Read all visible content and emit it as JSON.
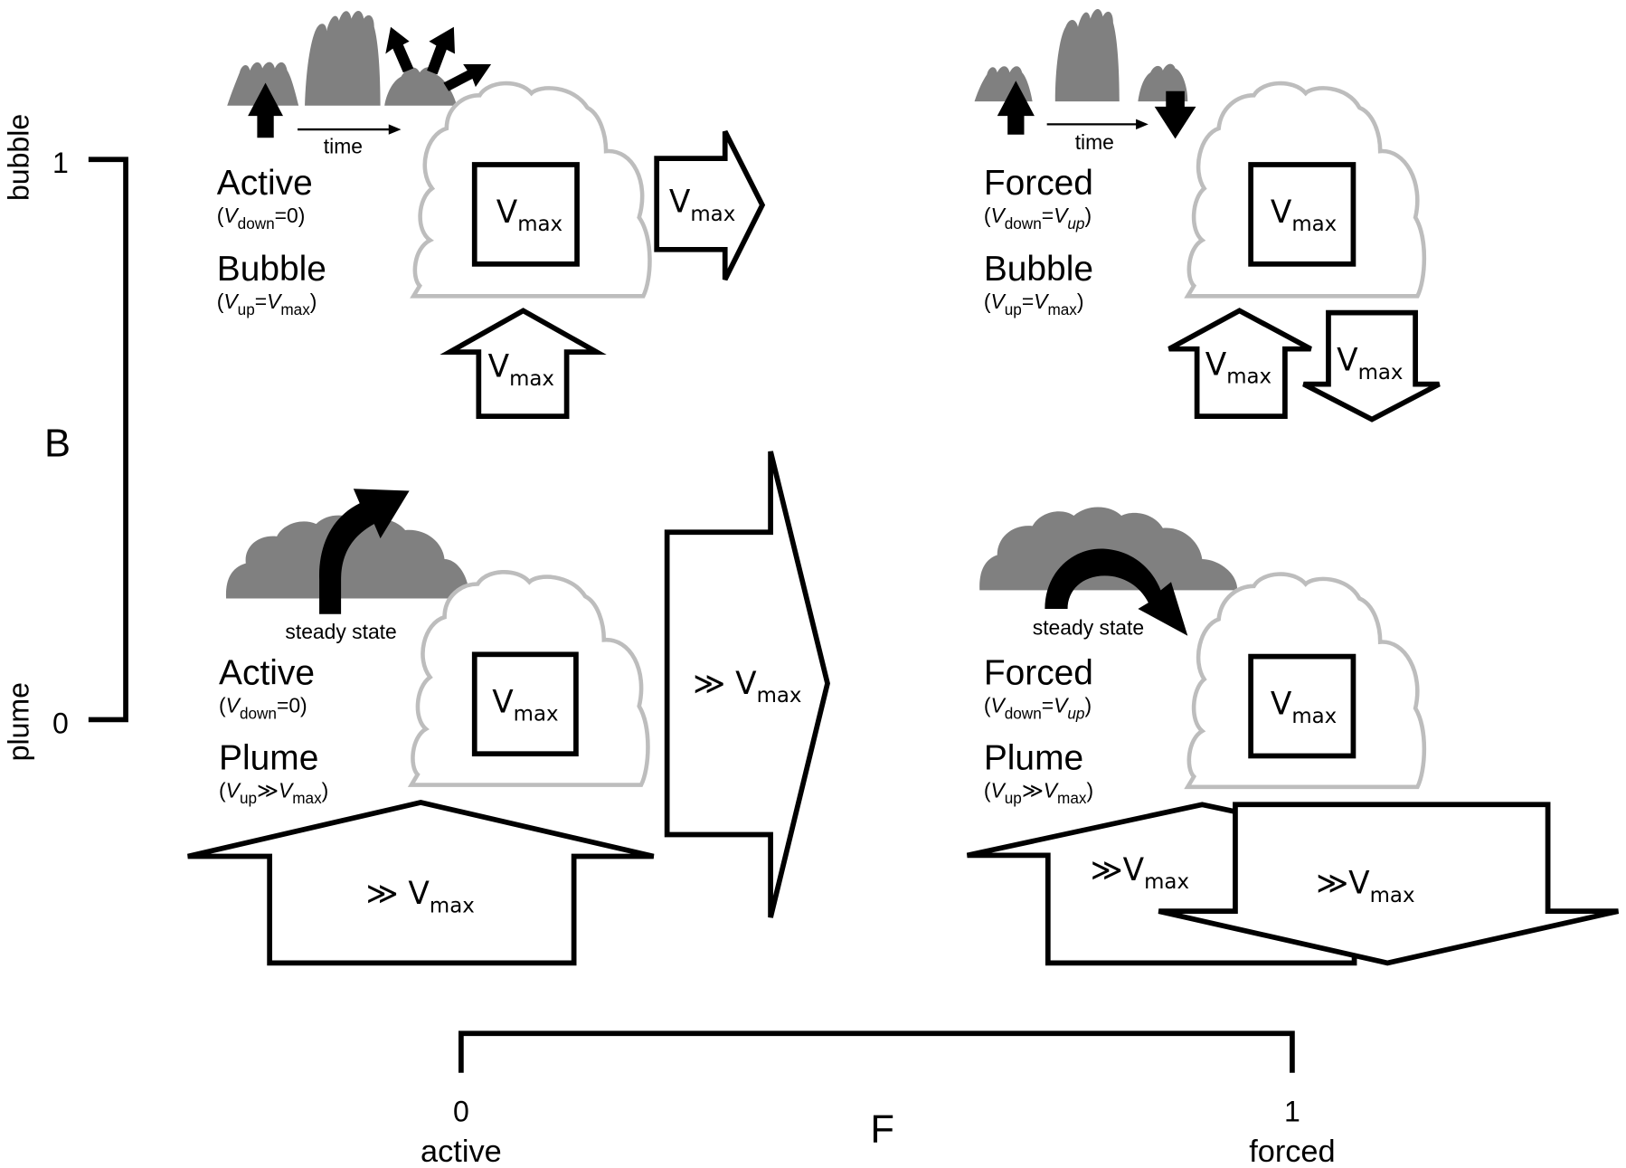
{
  "axes": {
    "b_axis": {
      "label": "B",
      "tick_top": "1",
      "tick_bottom": "0",
      "end_top": "bubble",
      "end_bottom": "plume"
    },
    "f_axis": {
      "label": "F",
      "tick_left": "0",
      "tick_right": "1",
      "end_left": "active",
      "end_right": "forced"
    }
  },
  "panels": {
    "active_bubble": {
      "title1": "Active",
      "cond1": {
        "open": "(",
        "var": "V",
        "sub": "down",
        "rest": "=0)"
      },
      "title2": "Bubble",
      "cond2": {
        "open": "(",
        "var": "V",
        "sub": "up",
        "eq": "=",
        "var2": "V",
        "sub2": "max",
        "close": ")"
      },
      "time_label": "time",
      "box": {
        "v": "V",
        "sub": "max"
      },
      "arrow_right": {
        "v": "V",
        "sub": "max"
      },
      "arrow_up": {
        "v": "V",
        "sub": "max"
      }
    },
    "forced_bubble": {
      "title1": "Forced",
      "cond1": {
        "open": "(",
        "var": "V",
        "sub": "down",
        "eq": "=",
        "var2": "V",
        "sub2": "up",
        "close": ")"
      },
      "title2": "Bubble",
      "cond2": {
        "open": "(",
        "var": "V",
        "sub": "up",
        "eq": "=",
        "var2": "V",
        "sub2": "max",
        "close": ")"
      },
      "time_label": "time",
      "box": {
        "v": "V",
        "sub": "max"
      },
      "arrow_up": {
        "v": "V",
        "sub": "max"
      },
      "arrow_down": {
        "v": "V",
        "sub": "max"
      }
    },
    "active_plume": {
      "title1": "Active",
      "cond1": {
        "open": "(",
        "var": "V",
        "sub": "down",
        "rest": "=0)"
      },
      "title2": "Plume",
      "cond2": {
        "open": "(",
        "var": "V",
        "sub": "up",
        "eq": "≫",
        "var2": "V",
        "sub2": "max",
        "close": ")"
      },
      "state_label": "steady state",
      "box": {
        "v": "V",
        "sub": "max"
      },
      "arrow_right": {
        "pre": "≫ ",
        "v": "V",
        "sub": "max"
      },
      "arrow_up": {
        "pre": "≫ ",
        "v": "V",
        "sub": "max"
      }
    },
    "forced_plume": {
      "title1": "Forced",
      "cond1": {
        "open": "(",
        "var": "V",
        "sub": "down",
        "eq": "=",
        "var2": "V",
        "sub2": "up",
        "close": ")"
      },
      "title2": "Plume",
      "cond2": {
        "open": "(",
        "var": "V",
        "sub": "up",
        "eq": "≫",
        "var2": "V",
        "sub2": "max",
        "close": ")"
      },
      "state_label": "steady state",
      "box": {
        "v": "V",
        "sub": "max"
      },
      "arrow_up": {
        "pre": "≫",
        "v": "V",
        "sub": "max"
      },
      "arrow_down": {
        "pre": "≫",
        "v": "V",
        "sub": "max"
      }
    }
  },
  "colors": {
    "cloud_fill": "#808080",
    "cloud_outline": "#bdbdbd",
    "line": "#000000"
  }
}
